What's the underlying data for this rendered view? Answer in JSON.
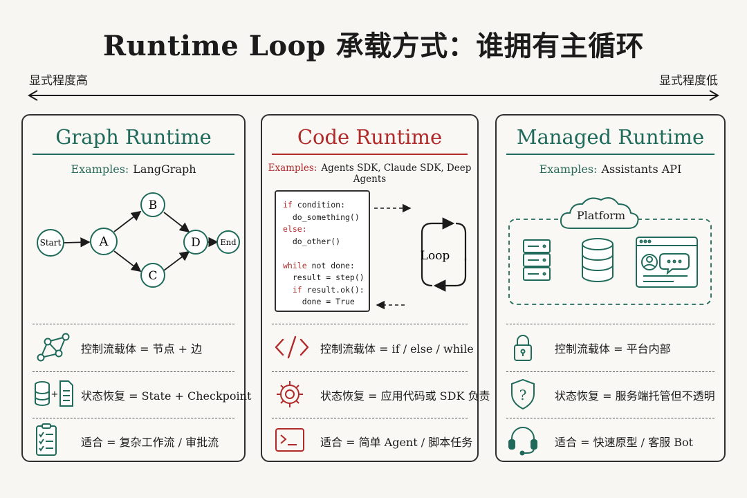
{
  "title": "Runtime Loop 承载方式：谁拥有主循环",
  "axis": {
    "left_label": "显式程度高",
    "right_label": "显式程度低"
  },
  "colors": {
    "graph": "#1f6a5a",
    "code": "#b02a2a",
    "managed": "#1f6a5a"
  },
  "panels": {
    "graph": {
      "title": "Graph Runtime",
      "examples_label": "Examples:",
      "examples": "LangGraph",
      "nodes": {
        "start": "Start",
        "a": "A",
        "b": "B",
        "c": "C",
        "d": "D",
        "end": "End"
      },
      "rows": [
        {
          "icon": "graph-nodes-icon",
          "text": "控制流载体 = 节点 + 边"
        },
        {
          "icon": "database-document-icon",
          "text": "状态恢复 = State + Checkpoint"
        },
        {
          "icon": "clipboard-checklist-icon",
          "text": "适合 = 复杂工作流 / 审批流"
        }
      ]
    },
    "code": {
      "title": "Code Runtime",
      "examples_label": "Examples:",
      "examples": "Agents SDK, Claude SDK, Deep Agents",
      "code_lines": [
        "if condition:",
        "  do_something()",
        "else:",
        "  do_other()",
        "",
        "while not done:",
        "  result = step()",
        "  if result.ok():",
        "    done = True"
      ],
      "loop_label": "Loop",
      "rows": [
        {
          "icon": "code-brackets-icon",
          "text": "控制流载体 = if / else / while"
        },
        {
          "icon": "gear-icon",
          "text": "状态恢复 = 应用代码或 SDK 负责"
        },
        {
          "icon": "terminal-icon",
          "text": "适合 = 简单 Agent / 脚本任务"
        }
      ]
    },
    "managed": {
      "title": "Managed Runtime",
      "examples_label": "Examples:",
      "examples": "Assistants API",
      "platform_label": "Platform",
      "rows": [
        {
          "icon": "lock-icon",
          "text": "控制流载体 = 平台内部"
        },
        {
          "icon": "shield-question-icon",
          "text": "状态恢复 = 服务端托管但不透明"
        },
        {
          "icon": "headset-icon",
          "text": "适合 = 快速原型 / 客服 Bot"
        }
      ]
    }
  }
}
